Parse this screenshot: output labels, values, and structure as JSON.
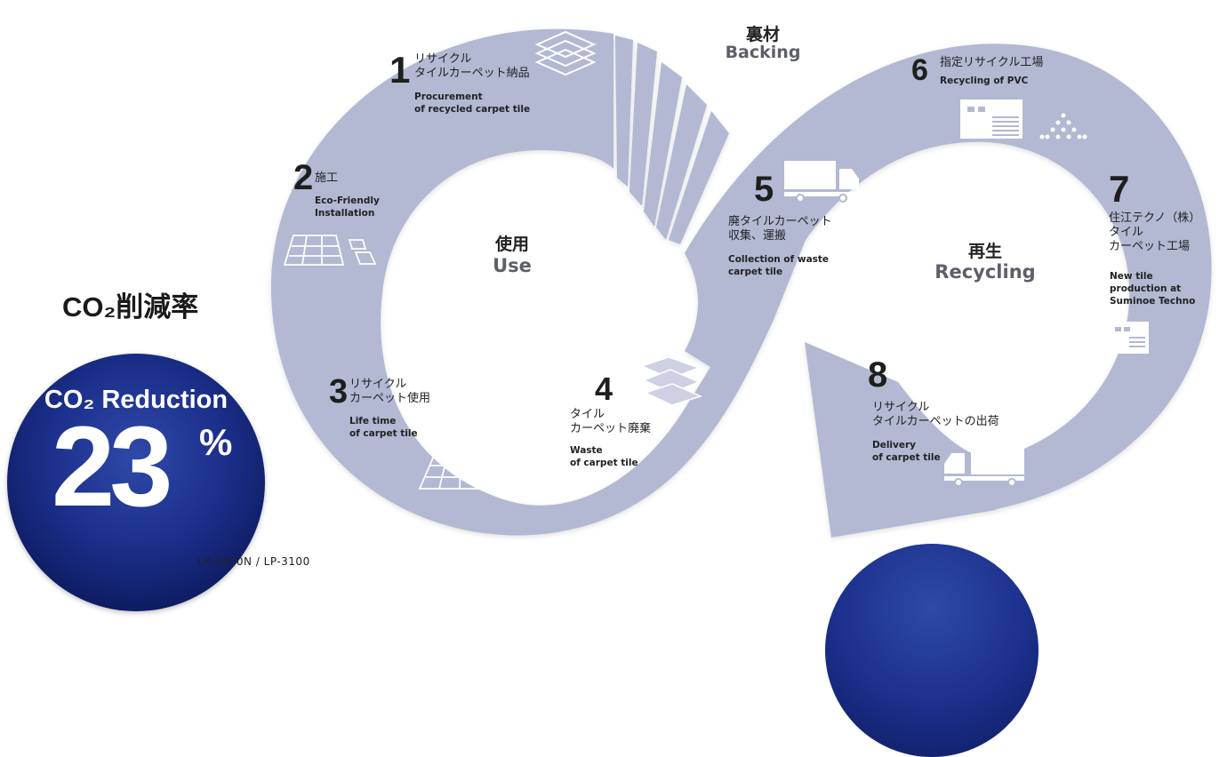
{
  "zones": {
    "backing": {
      "jp": "裏材",
      "en": "Backing"
    },
    "use": {
      "jp": "使用",
      "en": "Use"
    },
    "recycling": {
      "jp": "再生",
      "en": "Recycling"
    }
  },
  "steps": [
    {
      "num": "1",
      "jp": "リサイクル\nタイルカーペット納品",
      "en": "Procurement\nof recycled carpet tile",
      "icon": "stacked-tiles-icon"
    },
    {
      "num": "2",
      "jp": "施工",
      "en": "Eco-Friendly\nInstallation",
      "icon": "tile-installation-icon"
    },
    {
      "num": "3",
      "jp": "リサイクル\nカーペット使用",
      "en": "Life time\nof carpet tile",
      "icon": "tile-grid-icon"
    },
    {
      "num": "4",
      "jp": "タイル\nカーペット廃棄",
      "en": "Waste\nof carpet tile",
      "icon": "waste-tiles-icon"
    },
    {
      "num": "5",
      "jp": "廃タイルカーペット\n収集、運搬",
      "en": "Collection of waste\ncarpet tile",
      "icon": "truck-icon"
    },
    {
      "num": "6",
      "jp": "指定リサイクル工場",
      "en": "Recycling of PVC",
      "icon": "factory-icon"
    },
    {
      "num": "7",
      "jp": "住江テクノ（株）\nタイル\nカーペット工場",
      "en": "New tile\nproduction at\nSuminoe Techno",
      "icon": "factory-icon"
    },
    {
      "num": "8",
      "jp": "リサイクル\nタイルカーペットの出荷",
      "en": "Delivery\nof carpet tile",
      "icon": "delivery-truck-icon"
    }
  ],
  "co2": {
    "title": "CO₂削減率",
    "label": "CO₂ Reduction",
    "value": "23",
    "unit": "%",
    "product_code": "LP-2000N / LP-3100"
  },
  "colors": {
    "loop": "#b3b8d3",
    "badge": "#1b2f8a"
  }
}
